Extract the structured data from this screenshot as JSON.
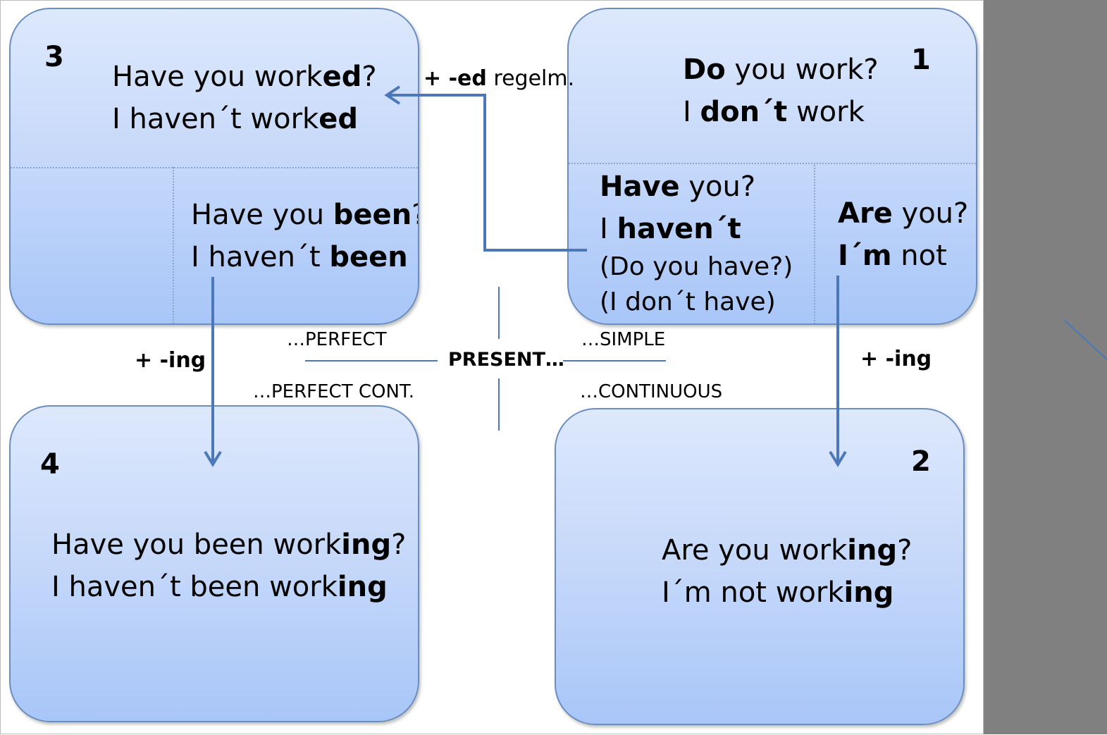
{
  "boxes": {
    "b1": {
      "number": "1",
      "main": [
        [
          {
            "t": "Do",
            "b": true
          },
          {
            "t": " you work?",
            "b": false
          }
        ],
        [
          {
            "t": "I ",
            "b": false
          },
          {
            "t": "don´t",
            "b": true
          },
          {
            "t": " work",
            "b": false
          }
        ]
      ],
      "left": [
        [
          {
            "t": "Have",
            "b": true
          },
          {
            "t": " you?",
            "b": false
          }
        ],
        [
          {
            "t": "I ",
            "b": false
          },
          {
            "t": "haven´t",
            "b": true
          }
        ],
        [
          {
            "t": "(Do you have?)",
            "b": false
          }
        ],
        [
          {
            "t": "(I don´t have)",
            "b": false
          }
        ]
      ],
      "right": [
        [
          {
            "t": "Are",
            "b": true
          },
          {
            "t": " you?",
            "b": false
          }
        ],
        [
          {
            "t": "I´m",
            "b": true
          },
          {
            "t": " not",
            "b": false
          }
        ]
      ]
    },
    "b2": {
      "number": "2",
      "main": [
        [
          {
            "t": "Are you work",
            "b": false
          },
          {
            "t": "ing",
            "b": true
          },
          {
            "t": "?",
            "b": false
          }
        ],
        [
          {
            "t": "I´m not work",
            "b": false
          },
          {
            "t": "ing",
            "b": true
          }
        ]
      ]
    },
    "b3": {
      "number": "3",
      "main": [
        [
          {
            "t": "Have you work",
            "b": false
          },
          {
            "t": "ed",
            "b": true
          },
          {
            "t": "?",
            "b": false
          }
        ],
        [
          {
            "t": "I haven´t work",
            "b": false
          },
          {
            "t": "ed",
            "b": true
          }
        ]
      ],
      "right": [
        [
          {
            "t": "Have you ",
            "b": false
          },
          {
            "t": "been",
            "b": true
          },
          {
            "t": "?",
            "b": false
          }
        ],
        [
          {
            "t": "I haven´t ",
            "b": false
          },
          {
            "t": "been",
            "b": true
          }
        ]
      ]
    },
    "b4": {
      "number": "4",
      "main": [
        [
          {
            "t": "Have you been work",
            "b": false
          },
          {
            "t": "ing",
            "b": true
          },
          {
            "t": "?",
            "b": false
          }
        ],
        [
          {
            "t": "I haven´t been work",
            "b": false
          },
          {
            "t": "ing",
            "b": true
          }
        ]
      ]
    }
  },
  "center": {
    "present": "PRESENT…",
    "perfect": "…PERFECT",
    "simple": "…SIMPLE",
    "perfect_cont": "…PERFECT CONT.",
    "continuous": "…CONTINUOUS"
  },
  "arrows": {
    "ed_prefix": "+ -ed",
    "ed_suffix": " regelm.",
    "ing_left": "+ -ing",
    "ing_right": "+ -ing"
  },
  "colors": {
    "box_border": "#6c8ebf",
    "arrow": "#4a78b8",
    "side_panel": "#808080"
  }
}
